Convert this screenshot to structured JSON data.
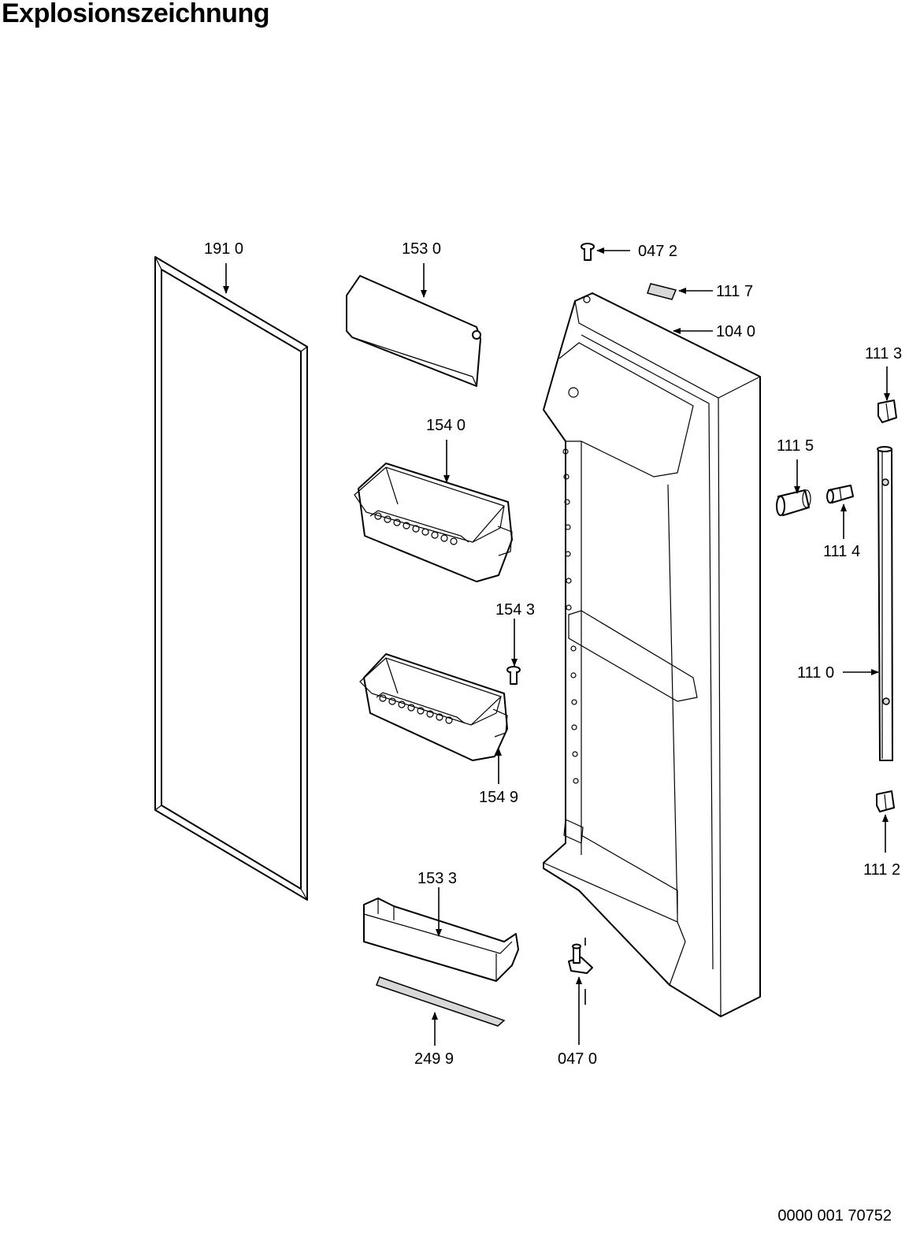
{
  "title": "Explosionszeichnung",
  "document_number": "0000 001 70752",
  "parts": [
    {
      "id": "p1910",
      "label": "191 0"
    },
    {
      "id": "p1530",
      "label": "153 0"
    },
    {
      "id": "p0472",
      "label": "047 2"
    },
    {
      "id": "p1117",
      "label": "111 7"
    },
    {
      "id": "p1040",
      "label": "104 0"
    },
    {
      "id": "p1113",
      "label": "111 3"
    },
    {
      "id": "p1540",
      "label": "154 0"
    },
    {
      "id": "p1115",
      "label": "111 5"
    },
    {
      "id": "p1114",
      "label": "111 4"
    },
    {
      "id": "p1543",
      "label": "154 3"
    },
    {
      "id": "p1110",
      "label": "111 0"
    },
    {
      "id": "p1549",
      "label": "154 9"
    },
    {
      "id": "p1112",
      "label": "111 2"
    },
    {
      "id": "p1533",
      "label": "153 3"
    },
    {
      "id": "p2499",
      "label": "249 9"
    },
    {
      "id": "p0470",
      "label": "047 0"
    }
  ]
}
